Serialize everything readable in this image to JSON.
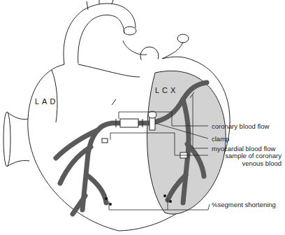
{
  "diagram": {
    "labels": [
      "LAD",
      "LCX",
      "coronary blood flow",
      "clamp",
      "myocardial blood flow",
      "sample of coronary venous blood",
      "%segment shortening"
    ]
  }
}
